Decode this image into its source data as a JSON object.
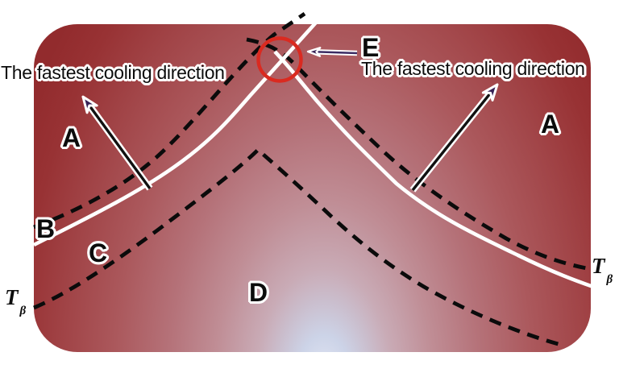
{
  "diagram": {
    "regions": {
      "a_left": "A",
      "a_right": "A",
      "b": "B",
      "c": "C",
      "d": "D",
      "e": "E"
    },
    "annotations": {
      "cooling_left": "The fastest cooling direction",
      "cooling_right": "The fastest cooling direction",
      "t_beta_left": {
        "base": "T",
        "sub": "β"
      },
      "t_beta_right": {
        "base": "T",
        "sub": "β"
      }
    },
    "colors": {
      "highlight_circle": "#da2a20",
      "dashed_line": "#0b0b0b",
      "solid_line": "#ffffff",
      "arrow_shaft": "#111111",
      "arrow_head": "#372256",
      "e_arrow_shaft": "#3b2b63",
      "panel_edge_dark": "#922b2d",
      "panel_center_light": "#e3e7f4"
    }
  }
}
